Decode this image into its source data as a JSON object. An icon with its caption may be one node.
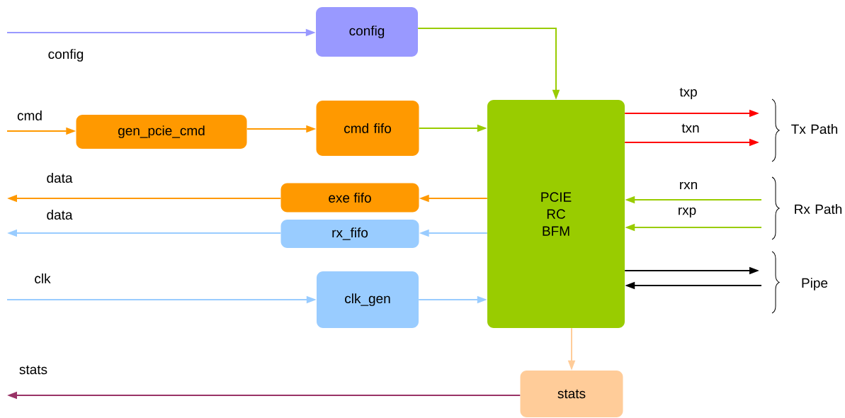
{
  "diagram": {
    "nodes": [
      {
        "text": [
          "config"
        ]
      },
      {
        "text": [
          "gen_pcie_cmd"
        ]
      },
      {
        "text": [
          "cmd fifo"
        ]
      },
      {
        "text": [
          "PCIE RC BFM"
        ]
      },
      {
        "text": [
          "exe fifo"
        ]
      },
      {
        "text": [
          "rx_fifo"
        ]
      },
      {
        "text": [
          "clk_gen"
        ]
      },
      {
        "text": [
          "stats"
        ]
      }
    ],
    "edges": [
      {
        "from": null,
        "to": 0,
        "arrow": "to",
        "label": "config",
        "color": "#9999ff"
      },
      {
        "from": 0,
        "to": 3,
        "arrow": "to",
        "color": "#99cc00"
      },
      {
        "from": null,
        "to": 1,
        "arrow": "to",
        "label": "cmd",
        "color": "#ff9900"
      },
      {
        "from": 1,
        "to": 2,
        "arrow": "to",
        "color": "#ff9900"
      },
      {
        "from": 2,
        "to": 3,
        "arrow": "to",
        "color": "#99cc00"
      },
      {
        "from": 3,
        "to": 4,
        "arrow": "to",
        "color": "#ff9900"
      },
      {
        "from": 4,
        "to": null,
        "arrow": "to",
        "label": "data",
        "color": "#ff9900"
      },
      {
        "from": 3,
        "to": 5,
        "arrow": "to",
        "color": "#99ccff"
      },
      {
        "from": 5,
        "to": null,
        "arrow": "to",
        "label": "data",
        "color": "#99ccff"
      },
      {
        "from": null,
        "to": 6,
        "arrow": "to",
        "label": "clk",
        "color": "#99ccff"
      },
      {
        "from": 6,
        "to": 3,
        "arrow": "to",
        "color": "#99ccff"
      },
      {
        "from": 3,
        "to": 7,
        "arrow": "to",
        "color": "#ffcc99"
      },
      {
        "from": 7,
        "to": null,
        "arrow": "to",
        "label": "stats",
        "color": "#993366"
      },
      {
        "from": 3,
        "to": null,
        "arrow": "to",
        "label": "txp",
        "color": "#ff0000"
      },
      {
        "from": 3,
        "to": null,
        "arrow": "to",
        "label": "txn",
        "color": "#ff0000"
      },
      {
        "from": null,
        "to": 3,
        "arrow": "to",
        "label": "rxn",
        "color": "#99cc00"
      },
      {
        "from": null,
        "to": 3,
        "arrow": "to",
        "label": "rxp",
        "color": "#99cc00"
      },
      {
        "from": 3,
        "to": null,
        "arrow": "to",
        "color": "#000000"
      },
      {
        "from": null,
        "to": 3,
        "arrow": "to",
        "color": "#000000"
      }
    ],
    "labels": [
      "Tx Path",
      "Rx Path",
      "Pipe"
    ]
  }
}
